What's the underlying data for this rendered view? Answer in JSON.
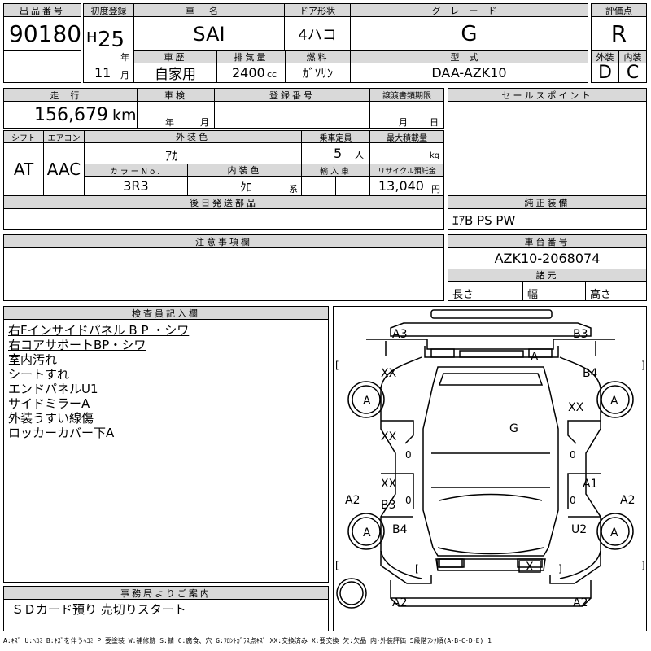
{
  "header": {
    "lot_no_label": "出品番号",
    "lot_no": "90180",
    "first_reg_label": "初度登録",
    "era": "H",
    "year": "25",
    "year_unit": "年",
    "month": "11",
    "month_unit": "月",
    "car_name_label": "車名",
    "car_name": "SAI",
    "door_label": "ドア形状",
    "door": "4ハコ",
    "grade_label": "グレード",
    "grade": "G",
    "score_label": "評価点",
    "score": "R",
    "history_label": "車歴",
    "history": "自家用",
    "displacement_label": "排気量",
    "displacement": "2400",
    "displacement_unit": "cc",
    "fuel_label": "燃料",
    "fuel": "ｶﾞｿﾘﾝ",
    "model_label": "型式",
    "model": "DAA-AZK10",
    "exterior_label": "外装",
    "exterior": "D",
    "interior_label": "内装",
    "interior": "C"
  },
  "row2": {
    "mileage_label": "走行",
    "mileage": "156,679",
    "mileage_unit": "km",
    "inspection_label": "車検",
    "inspection_year": "年",
    "inspection_month": "月",
    "reg_no_label": "登録番号",
    "transfer_label": "譲渡書類期限",
    "transfer_month": "月",
    "transfer_day": "日",
    "sales_label": "セールスポイント",
    "shift_label": "シフト",
    "shift": "AT",
    "ac_label": "エアコン",
    "ac": "AAC",
    "ext_color_label": "外装色",
    "ext_color": "ｱｶ",
    "capacity_label": "乗車定員",
    "capacity": "5",
    "capacity_unit": "人",
    "load_label": "最大積載量",
    "load_unit": "kg",
    "color_no_label": "カラーNo.",
    "color_no": "3R3",
    "int_color_label": "内装色",
    "int_color": "ｸﾛ",
    "int_color_unit": "系",
    "import_label": "輸入車",
    "recycle_label": "リサイクル預託金",
    "recycle": "13,040",
    "recycle_unit": "円",
    "later_parts_label": "後日発送部品",
    "equipment_label": "純正装備",
    "equipment": "ｴｱB PS PW",
    "notes_label": "注意事項欄",
    "chassis_label": "車台番号",
    "chassis": "AZK10-2068074",
    "specs_label": "諸元",
    "length_label": "長さ",
    "width_label": "幅",
    "height_label": "高さ"
  },
  "inspector": {
    "label": "検査員記入欄",
    "lines": [
      "右Fインサイドパネル B P ・シワ",
      "右コアサポートBP・シワ",
      "室内汚れ",
      "シートすれ",
      "エンドパネルU1",
      "サイドミラーA",
      "外装うすい線傷",
      "ロッカーカバー下A"
    ]
  },
  "office": {
    "label": "事務局よりご案内",
    "text": "ＳＤカード預り 売切りスタート"
  },
  "diagram": {
    "marks": {
      "a3": "A3",
      "b3_top": "B3",
      "a_trunk": "A",
      "b4_right": "B4",
      "xx_left_top": "XX",
      "a_wheel_rl": "A",
      "xx_right": "XX",
      "a_wheel_rr": "A",
      "g_center": "G",
      "xx_left_mid": "XX",
      "zero_l1": "0",
      "zero_r1": "0",
      "xx_left_low": "XX",
      "a1": "A1",
      "b3_left": "B3",
      "zero_l2": "0",
      "zero_r2": "0",
      "a2_left": "A2",
      "a2_right": "A2",
      "a_wheel_fl": "A",
      "b4_left": "B4",
      "u2": "U2",
      "a_wheel_fr": "A",
      "x_front": "X",
      "a2_bl": "A2",
      "a2_br": "A2",
      "bracket_l": "[",
      "bracket_r": "]",
      "bracket_l2": "[",
      "bracket_r2": "]",
      "bracket_l3": "[",
      "bracket_r3": "]"
    }
  },
  "legend": "A:ｷｽﾞ U:ﾍｺﾐ B:ｷｽﾞを伴うﾍｺﾐ P:要塗装 W:補修跡 S:錆 C:腐食、穴 G:ﾌﾛﾝﾄｶﾞﾗｽ点ｷｽﾞ XX:交換済み X:要交換 欠:欠品 内･外装評価 5段階ﾗﾝｸ順(A･B･C･D･E) 1"
}
